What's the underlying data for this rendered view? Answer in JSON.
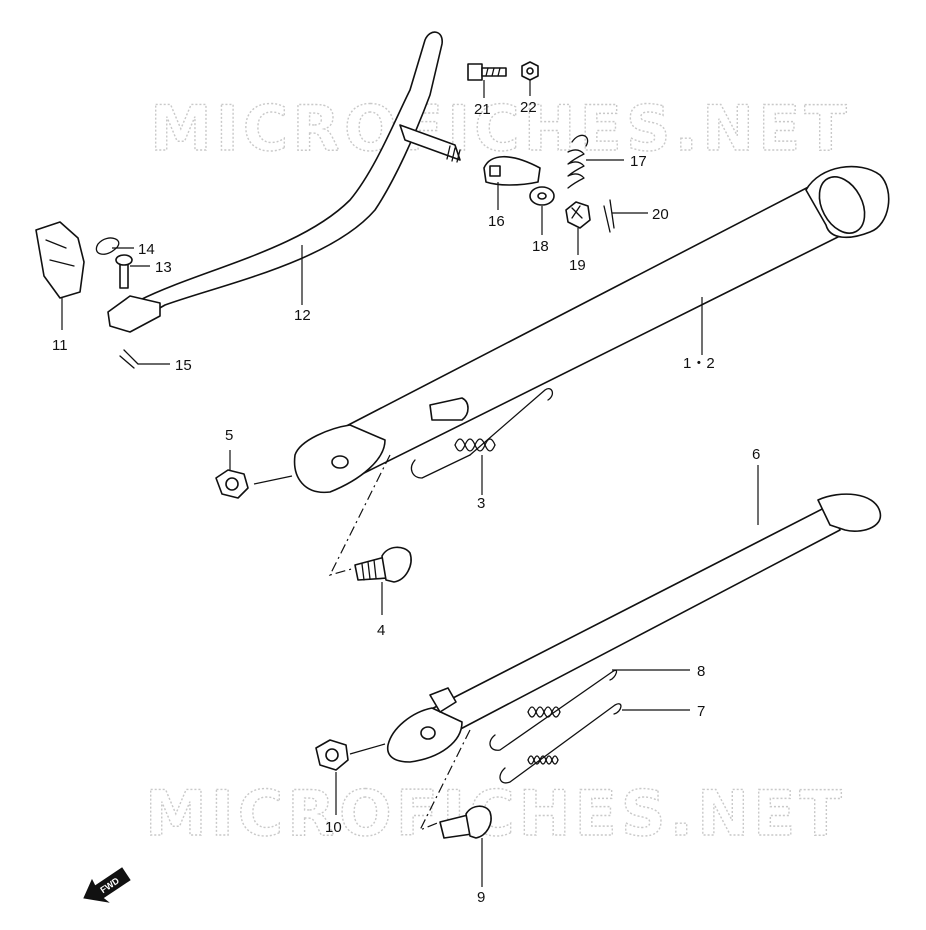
{
  "diagram": {
    "watermark_text": "MICROFICHES.NET",
    "direction_arrow_label": "FWD",
    "callouts": [
      {
        "id": "c1",
        "label": "1・2"
      },
      {
        "id": "c3",
        "label": "3"
      },
      {
        "id": "c4",
        "label": "4"
      },
      {
        "id": "c5",
        "label": "5"
      },
      {
        "id": "c6",
        "label": "6"
      },
      {
        "id": "c7",
        "label": "7"
      },
      {
        "id": "c8",
        "label": "8"
      },
      {
        "id": "c9",
        "label": "9"
      },
      {
        "id": "c10",
        "label": "10"
      },
      {
        "id": "c11",
        "label": "11"
      },
      {
        "id": "c12",
        "label": "12"
      },
      {
        "id": "c13",
        "label": "13"
      },
      {
        "id": "c14",
        "label": "14"
      },
      {
        "id": "c15",
        "label": "15"
      },
      {
        "id": "c16",
        "label": "16"
      },
      {
        "id": "c17",
        "label": "17"
      },
      {
        "id": "c18",
        "label": "18"
      },
      {
        "id": "c19",
        "label": "19"
      },
      {
        "id": "c20",
        "label": "20"
      },
      {
        "id": "c21",
        "label": "21"
      },
      {
        "id": "c22",
        "label": "22"
      }
    ]
  }
}
